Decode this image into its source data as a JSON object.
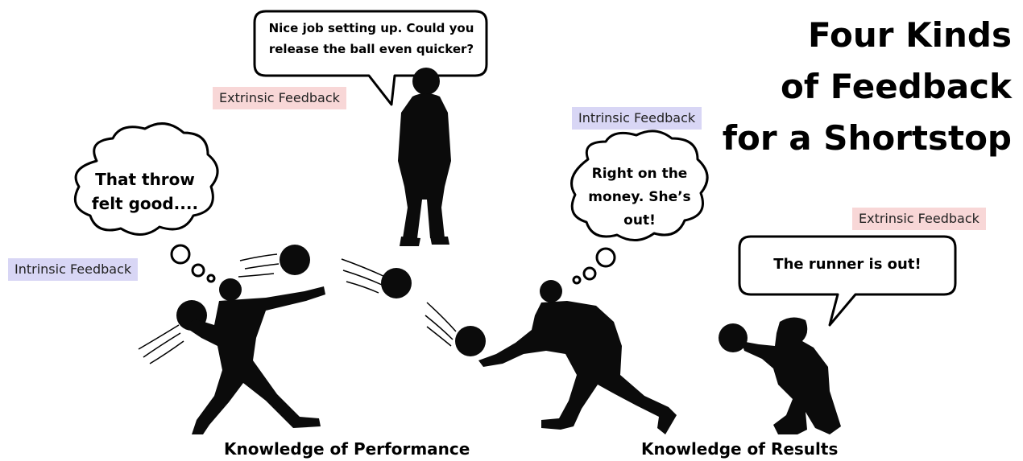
{
  "title": {
    "line1": "Four Kinds",
    "line2": "of Feedback",
    "line3": "for a Shortstop"
  },
  "tags": {
    "extrinsic_coach": "Extrinsic Feedback",
    "intrinsic_thrower": "Intrinsic Feedback",
    "intrinsic_fielder": "Intrinsic Feedback",
    "extrinsic_catcher": "Extrinsic Feedback"
  },
  "bubbles": {
    "coach_line1": "Nice job setting up. Could you",
    "coach_line2": "release the ball even quicker?",
    "thrower_line1": "That throw",
    "thrower_line2": "felt good....",
    "fielder_line1": "Right on the",
    "fielder_line2": "money. She’s",
    "fielder_line3": "out!",
    "catcher": "The runner is out!"
  },
  "captions": {
    "performance": "Knowledge of Performance",
    "results": "Knowledge of Results"
  },
  "colors": {
    "extrinsic_bg": "#f8d7d7",
    "intrinsic_bg": "#d8d6f5",
    "silhouette": "#0b0b0b"
  },
  "icons": [
    "coach-silhouette",
    "thrower-silhouette",
    "fielder-silhouette",
    "catcher-silhouette",
    "baseball-icon"
  ]
}
